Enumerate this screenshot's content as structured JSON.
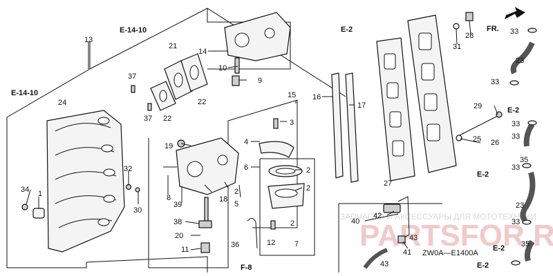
{
  "diagram": {
    "code": "ZW0A—E1400A",
    "direction_label": "FR.",
    "refs": {
      "e14_top": "E-14-10",
      "e14_left": "E-14-10",
      "e2_top": "E-2",
      "e2_r1": "E-2",
      "e2_r2": "E-2",
      "e2_r3": "E-2",
      "e2_r4": "E-2",
      "f8": "F-8"
    },
    "watermark": {
      "small": "ЗАПЧАСТИ И АКСЕССУАРЫ ДЛЯ МОТОТЕХНИКИ",
      "big": "PARTSFOR.RU"
    },
    "callouts": {
      "c1": "1",
      "c2a": "2",
      "c2b": "2",
      "c2c": "2",
      "c2d": "2",
      "c3": "3",
      "c4": "4",
      "c5": "5",
      "c6": "6",
      "c7": "7",
      "c8": "8",
      "c9": "9",
      "c10": "10",
      "c11": "11",
      "c12": "12",
      "c13": "13",
      "c14": "14",
      "c15": "15",
      "c16": "16",
      "c17": "17",
      "c18": "18",
      "c19": "19",
      "c20": "20",
      "c21": "21",
      "c22a": "22",
      "c22b": "22",
      "c23a": "23",
      "c23b": "23",
      "c24": "24",
      "c25": "25",
      "c26": "26",
      "c27": "27",
      "c28": "28",
      "c29": "29",
      "c30": "30",
      "c31": "31",
      "c32": "32",
      "c33a": "33",
      "c33b": "33",
      "c33c": "33",
      "c33d": "33",
      "c33e": "33",
      "c33f": "33",
      "c34": "34",
      "c35a": "35",
      "c35b": "35",
      "c36": "36",
      "c37a": "37",
      "c37b": "37",
      "c38": "38",
      "c39": "39",
      "c40": "40",
      "c41": "41",
      "c42": "42",
      "c43a": "43",
      "c43b": "43"
    }
  }
}
